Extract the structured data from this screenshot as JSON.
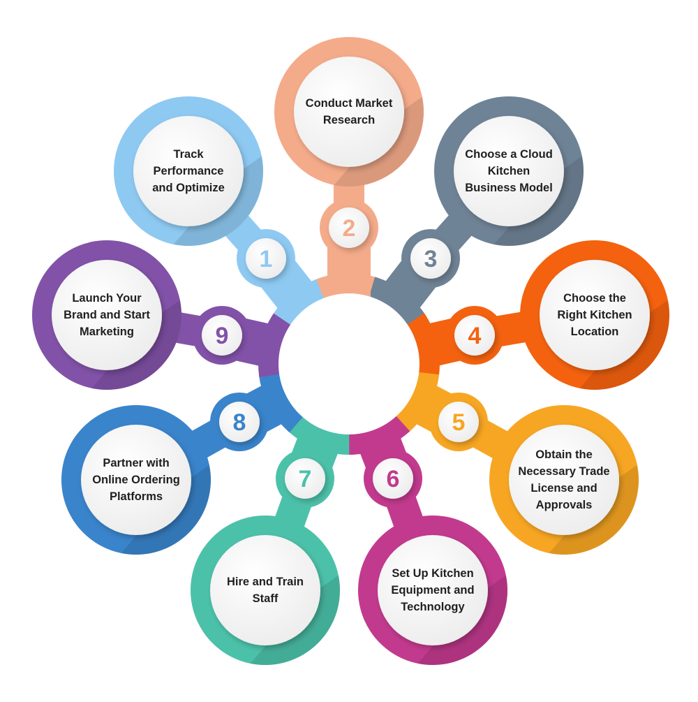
{
  "steps": [
    {
      "number": "1",
      "label": "Track Performance and Optimize",
      "color": "#8ec9f2"
    },
    {
      "number": "2",
      "label": "Conduct Market Research",
      "color": "#f4ab8a"
    },
    {
      "number": "3",
      "label": "Choose a Cloud Kitchen Business Model",
      "color": "#6f8396"
    },
    {
      "number": "4",
      "label": "Choose the Right Kitchen Location",
      "color": "#f4620f"
    },
    {
      "number": "5",
      "label": "Obtain the Necessary Trade License and Approvals",
      "color": "#f7a623"
    },
    {
      "number": "6",
      "label": "Set Up Kitchen Equipment and Technology",
      "color": "#c23a8e"
    },
    {
      "number": "7",
      "label": "Hire and Train Staff",
      "color": "#4cc1a9"
    },
    {
      "number": "8",
      "label": "Partner with Online Ordering Platforms",
      "color": "#3a84cb"
    },
    {
      "number": "9",
      "label": "Launch Your Brand and Start Marketing",
      "color": "#8252a8"
    }
  ]
}
